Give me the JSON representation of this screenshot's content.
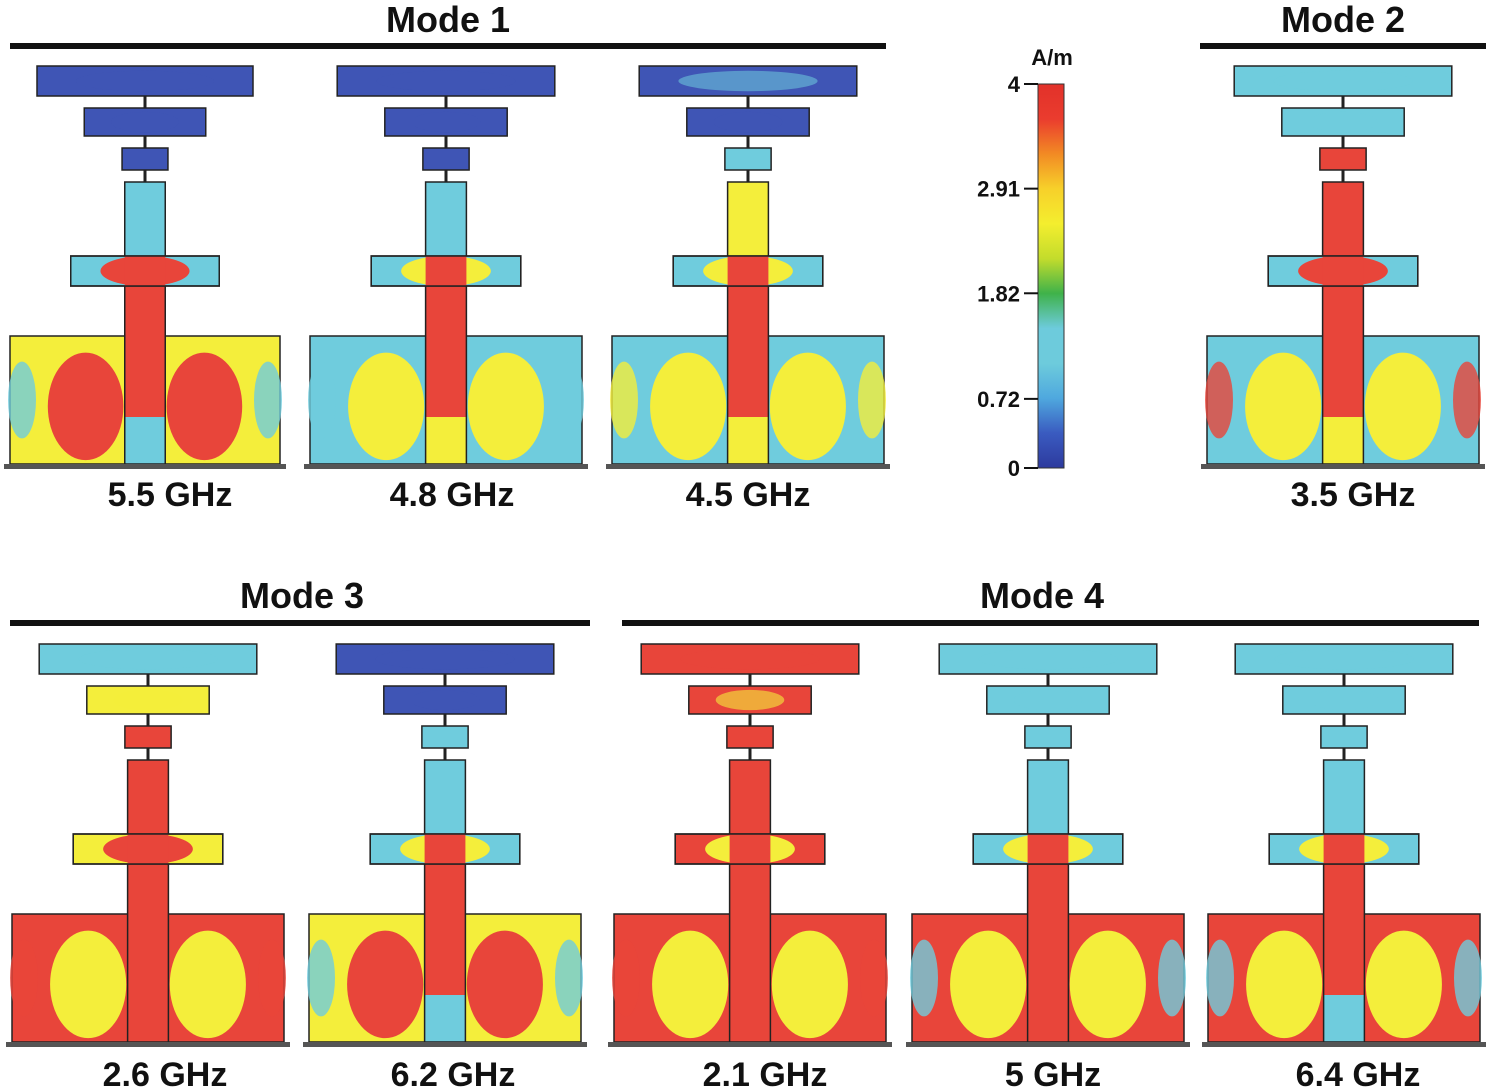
{
  "groups": [
    {
      "title": "Mode 1"
    },
    {
      "title": "Mode 2"
    },
    {
      "title": "Mode 3"
    },
    {
      "title": "Mode 4"
    }
  ],
  "panels": [
    {
      "freq": "5.5 GHz",
      "mode": "Mode 1",
      "feed": [
        "c",
        "c",
        "r",
        "r",
        "r",
        "c"
      ],
      "feedStubs": [
        "dk",
        "dk",
        "dk"
      ],
      "cross": "c",
      "crossBlob": "r",
      "ground": "y",
      "groundBlob": "r",
      "patches": {
        "top": "dk",
        "mid": "dk",
        "small": "dk"
      }
    },
    {
      "freq": "4.8 GHz",
      "mode": "Mode 1",
      "feed": [
        "c",
        "c",
        "r",
        "r",
        "r",
        "y"
      ],
      "feedStubs": [
        "dk",
        "dk",
        "dk"
      ],
      "cross": "c",
      "crossBlob": "y",
      "ground": "c",
      "groundBlob": "y",
      "patches": {
        "top": "dk",
        "mid": "dk",
        "small": "dk"
      }
    },
    {
      "freq": "4.5 GHz",
      "mode": "Mode 1",
      "feed": [
        "y",
        "y",
        "r",
        "r",
        "r",
        "y"
      ],
      "feedStubs": [
        "c",
        "dk",
        "c"
      ],
      "cross": "c",
      "crossBlob": "y",
      "ground": "c",
      "groundBlob": "y",
      "patches": {
        "top": "dk",
        "mid": "dk",
        "small": "c"
      }
    },
    {
      "freq": "3.5 GHz",
      "mode": "Mode 2",
      "feed": [
        "r",
        "r",
        "r",
        "r",
        "r",
        "y"
      ],
      "feedStubs": [
        "c",
        "c",
        "r"
      ],
      "cross": "c",
      "crossBlob": "r",
      "ground": "c",
      "groundBlob": "y",
      "patches": {
        "top": "c",
        "mid": "c",
        "small": "r"
      }
    },
    {
      "freq": "2.6 GHz",
      "mode": "Mode 3",
      "feed": [
        "r",
        "r",
        "r",
        "r",
        "r",
        "r"
      ],
      "feedStubs": [
        "c",
        "y",
        "r"
      ],
      "cross": "y",
      "crossBlob": "r",
      "ground": "r",
      "groundBlob": "y",
      "patches": {
        "top": "c",
        "mid": "y",
        "small": "r"
      }
    },
    {
      "freq": "6.2 GHz",
      "mode": "Mode 3",
      "feed": [
        "c",
        "c",
        "r",
        "r",
        "r",
        "c"
      ],
      "feedStubs": [
        "dk",
        "dk",
        "c"
      ],
      "cross": "c",
      "crossBlob": "y",
      "ground": "y",
      "groundBlob": "r",
      "patches": {
        "top": "dk",
        "mid": "dk",
        "small": "c"
      }
    },
    {
      "freq": "2.1 GHz",
      "mode": "Mode 4",
      "feed": [
        "r",
        "r",
        "r",
        "r",
        "r",
        "r"
      ],
      "feedStubs": [
        "r",
        "y",
        "r"
      ],
      "cross": "r",
      "crossBlob": "y",
      "ground": "r",
      "groundBlob": "y",
      "patches": {
        "top": "r",
        "mid": "r",
        "small": "r"
      }
    },
    {
      "freq": "5 GHz",
      "mode": "Mode 4",
      "feed": [
        "c",
        "c",
        "r",
        "r",
        "r",
        "r"
      ],
      "feedStubs": [
        "c",
        "c",
        "c"
      ],
      "cross": "c",
      "crossBlob": "y",
      "ground": "r",
      "groundBlob": "y",
      "patches": {
        "top": "c",
        "mid": "c",
        "small": "c"
      }
    },
    {
      "freq": "6.4 GHz",
      "mode": "Mode 4",
      "feed": [
        "c",
        "c",
        "r",
        "r",
        "r",
        "c"
      ],
      "feedStubs": [
        "c",
        "c",
        "c"
      ],
      "cross": "c",
      "crossBlob": "y",
      "ground": "r",
      "groundBlob": "y",
      "patches": {
        "top": "c",
        "mid": "c",
        "small": "c"
      }
    }
  ],
  "colorbar": {
    "unit": "A/m",
    "min": 0,
    "max": 4,
    "ticks": [
      {
        "value": 4,
        "label": "4"
      },
      {
        "value": 2.91,
        "label": "2.91"
      },
      {
        "value": 1.82,
        "label": "1.82"
      },
      {
        "value": 0.72,
        "label": "0.72"
      },
      {
        "value": 0,
        "label": "0"
      }
    ],
    "stops": [
      "#2d3a9e",
      "#3a5bc0",
      "#4fa8de",
      "#6dcbdc",
      "#6dcbdc",
      "#3fb24a",
      "#c3dc2c",
      "#f4ee2e",
      "#f7d02a",
      "#f28a24",
      "#ea3c2e",
      "#e2312a"
    ]
  },
  "palette": {
    "dk": "#3f55b5",
    "c": "#6fccdd",
    "y": "#f4ee3b",
    "r": "#e8453a",
    "g": "#54b848"
  }
}
